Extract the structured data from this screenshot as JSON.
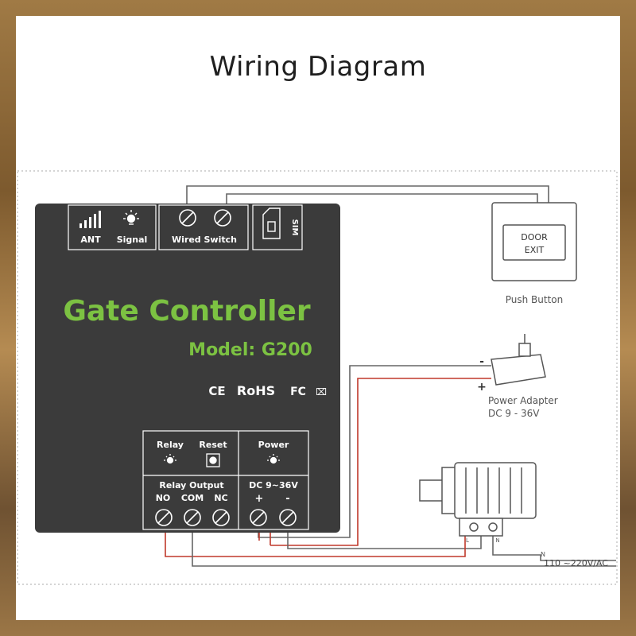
{
  "title": "Wiring Diagram",
  "controller": {
    "name": "Gate Controller",
    "model": "Model: G200",
    "certifications": [
      "CE",
      "RoHS",
      "FC",
      "⌧"
    ],
    "top_labels": {
      "ant": "ANT",
      "signal": "Signal",
      "wired_switch": "Wired Switch",
      "sim": "SIM"
    },
    "panel": {
      "relay": "Relay",
      "reset": "Reset",
      "power": "Power",
      "relay_output": "Relay Output",
      "no": "NO",
      "com": "COM",
      "nc": "NC",
      "dc": "DC 9~36V",
      "plus": "+",
      "minus": "-"
    }
  },
  "push_button": {
    "line1": "DOOR",
    "line2": "EXIT",
    "caption": "Push Button"
  },
  "power_adapter": {
    "minus": "-",
    "plus": "+",
    "caption": "Power Adapter",
    "spec": "DC 9 - 36V"
  },
  "motor": {
    "terminal_l": "L",
    "terminal_n": "N"
  },
  "mains": {
    "n_label": "N",
    "voltage": "110 ~220V/AC"
  },
  "colors": {
    "controller_body": "#3b3b3b",
    "accent_green": "#7cc242",
    "wire_red": "#c0392b",
    "wire_gray": "#555555"
  }
}
